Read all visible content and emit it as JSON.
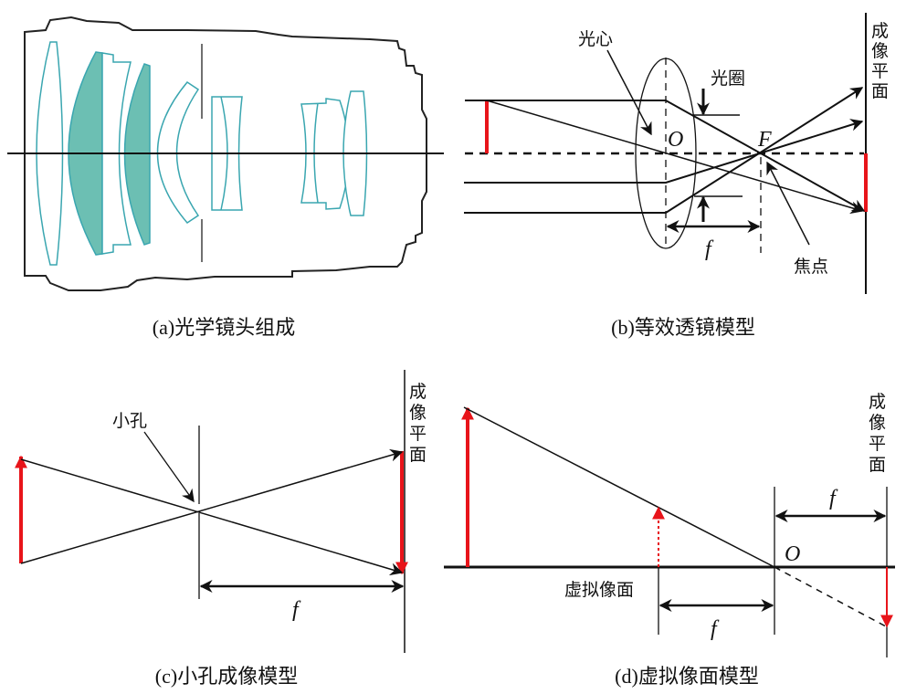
{
  "colors": {
    "lens_fill": "#6cbfb3",
    "lens_stroke": "#3aa6b0",
    "red": "#e8141a",
    "ink": "#111111"
  },
  "panel_a": {
    "caption": "(a)光学镜头组成"
  },
  "panel_b": {
    "caption": "(b)等效透镜模型",
    "optical_center_label": "光心",
    "aperture_label": "光圈",
    "center_symbol": "O",
    "focus_symbol": "F",
    "focus_label": "焦点",
    "focal_length_symbol": "f",
    "image_plane_label": [
      "成",
      "像",
      "平",
      "面"
    ]
  },
  "panel_c": {
    "caption": "(c)小孔成像模型",
    "pinhole_label": "小孔",
    "focal_length_symbol": "f",
    "image_plane_label": [
      "成",
      "像",
      "平",
      "面"
    ]
  },
  "panel_d": {
    "caption": "(d)虚拟像面模型",
    "virtual_plane_label": "虚拟像面",
    "center_symbol": "O",
    "focal_length_symbol": "f",
    "image_plane_label": [
      "成",
      "像",
      "平",
      "面"
    ]
  }
}
